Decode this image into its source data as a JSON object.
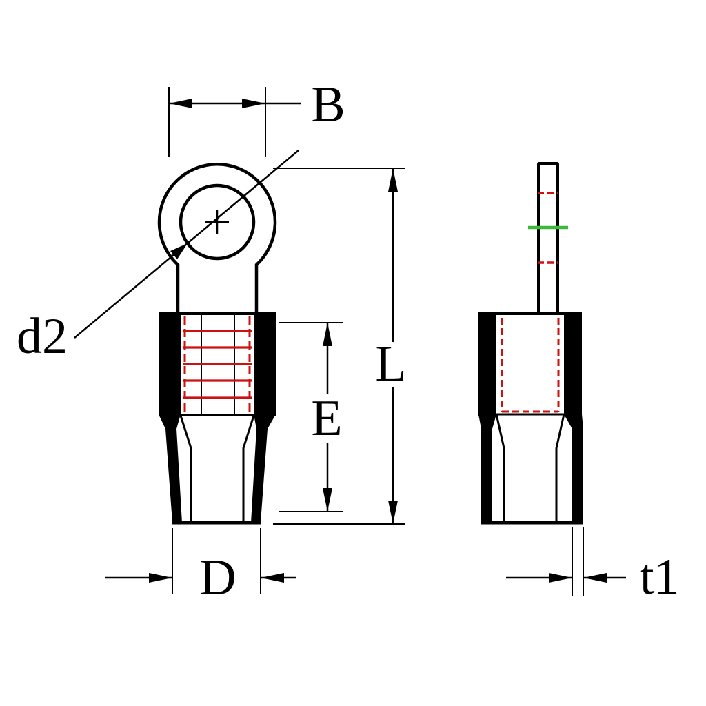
{
  "dimension_labels": {
    "b": "B",
    "d2": "d2",
    "l": "L",
    "e": "E",
    "d": "D",
    "t1": "t1"
  },
  "colors": {
    "outline_black": "#000000",
    "background_white": "#ffffff",
    "strand_red": "#cc1111",
    "stripe_green": "#3cb83c"
  }
}
